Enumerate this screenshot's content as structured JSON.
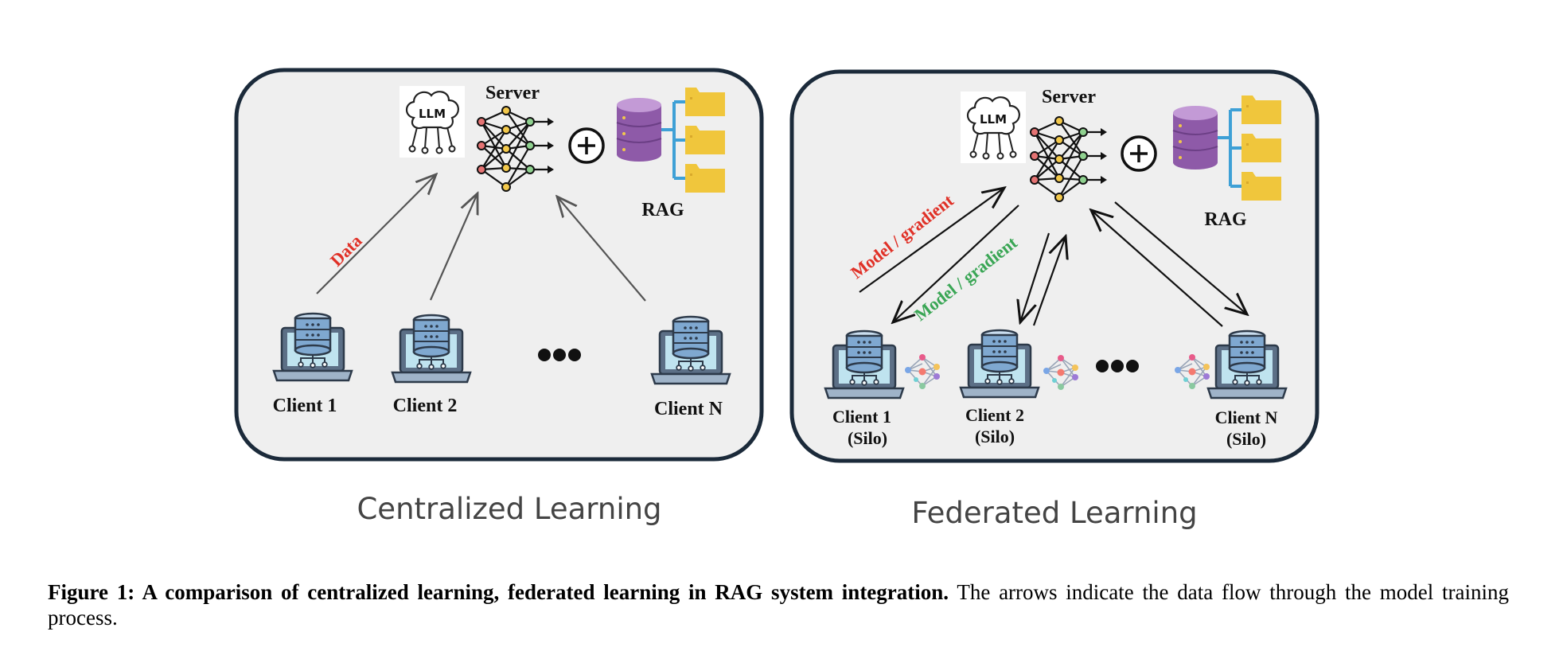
{
  "centralized": {
    "server_label": "Server",
    "llm_label": "LLM",
    "rag_label": "RAG",
    "data_arrow_label": "Data",
    "clients": [
      {
        "name": "Client 1"
      },
      {
        "name": "Client 2"
      },
      {
        "name": "Client N"
      }
    ],
    "panel_title": "Centralized Learning"
  },
  "federated": {
    "server_label": "Server",
    "llm_label": "LLM",
    "rag_label": "RAG",
    "arrow_label_red": "Model / gradient",
    "arrow_label_green": "Model / gradient",
    "clients": [
      {
        "name": "Client 1",
        "sub": "(Silo)"
      },
      {
        "name": "Client 2",
        "sub": "(Silo)"
      },
      {
        "name": "Client N",
        "sub": "(Silo)"
      }
    ],
    "panel_title": "Federated Learning"
  },
  "caption": {
    "bold": "Figure 1: A comparison of centralized learning, federated learning in RAG system integration.",
    "rest": " The arrows indicate the data flow through the model training process."
  },
  "colors": {
    "panel_bg": "#efefef",
    "panel_border": "#1b2a3a",
    "red_label": "#e03127",
    "green_label": "#3aa655",
    "rag_purple": "#8e5aa8",
    "folder_yellow": "#f0c63c",
    "laptop_blue": "#7fa8d0"
  }
}
